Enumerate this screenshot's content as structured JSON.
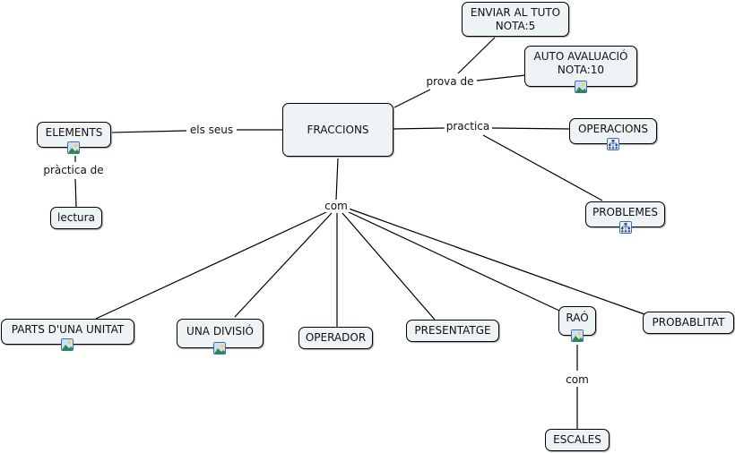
{
  "concept_map": {
    "concepts": {
      "fraccions": "FRACCIONS",
      "enviar": "ENVIAR AL TUTO\nNOTA:5",
      "auto": "AUTO AVALUACIÓ\nNOTA:10",
      "elements": "ELEMENTS",
      "lectura": "lectura",
      "operacions": "OPERACIONS",
      "problemes": "PROBLEMES",
      "parts": "PARTS D'UNA UNITAT",
      "divisio": "UNA DIVISIÓ",
      "operador": "OPERADOR",
      "presentatge": "PRESENTATGE",
      "rao": "RAÓ",
      "probablitat": "PROBABLITAT",
      "escales": "ESCALES"
    },
    "linking_phrases": {
      "prova_de": "prova de",
      "els_seus": "els seus",
      "practica_de": "pràctica de",
      "practica": "practica",
      "com": "com",
      "com2": "com"
    },
    "resource_icons": {
      "auto": "image-icon",
      "elements": "image-icon",
      "parts": "image-icon",
      "divisio": "image-icon",
      "rao": "image-icon",
      "operacions": "cmap-link-icon",
      "problemes": "cmap-link-icon"
    }
  }
}
